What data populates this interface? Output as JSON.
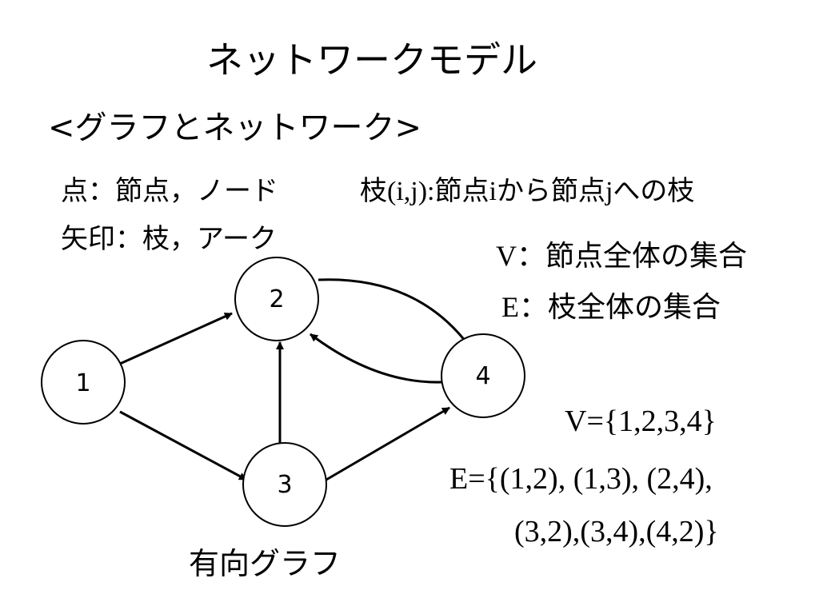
{
  "title": "ネットワークモデル",
  "subtitle": "<グラフとネットワーク>",
  "definitions": {
    "point_node": "点：節点，ノード",
    "arrow_arc": "矢印：枝，アーク",
    "arc_prefix": "枝",
    "arc_ij": "(i,j):",
    "arc_text1": "節点",
    "arc_i": "i",
    "arc_text2": "から節点",
    "arc_j": "j",
    "arc_text3": "への枝",
    "v_symbol": "V",
    "v_desc": "：節点全体の集合",
    "e_symbol": "E",
    "e_desc": "：枝全体の集合"
  },
  "sets": {
    "V": "V={1,2,3,4}",
    "E_line1": "E={(1,2), (1,3), (2,4),",
    "E_line2": "(3,2),(3,4),(4,2)}"
  },
  "graph": {
    "nodes": [
      {
        "id": "1",
        "label": "1"
      },
      {
        "id": "2",
        "label": "2"
      },
      {
        "id": "3",
        "label": "3"
      },
      {
        "id": "4",
        "label": "4"
      }
    ],
    "edges": [
      {
        "from": "1",
        "to": "2"
      },
      {
        "from": "1",
        "to": "3"
      },
      {
        "from": "2",
        "to": "4"
      },
      {
        "from": "3",
        "to": "2"
      },
      {
        "from": "3",
        "to": "4"
      },
      {
        "from": "4",
        "to": "2"
      }
    ],
    "caption": "有向グラフ"
  }
}
